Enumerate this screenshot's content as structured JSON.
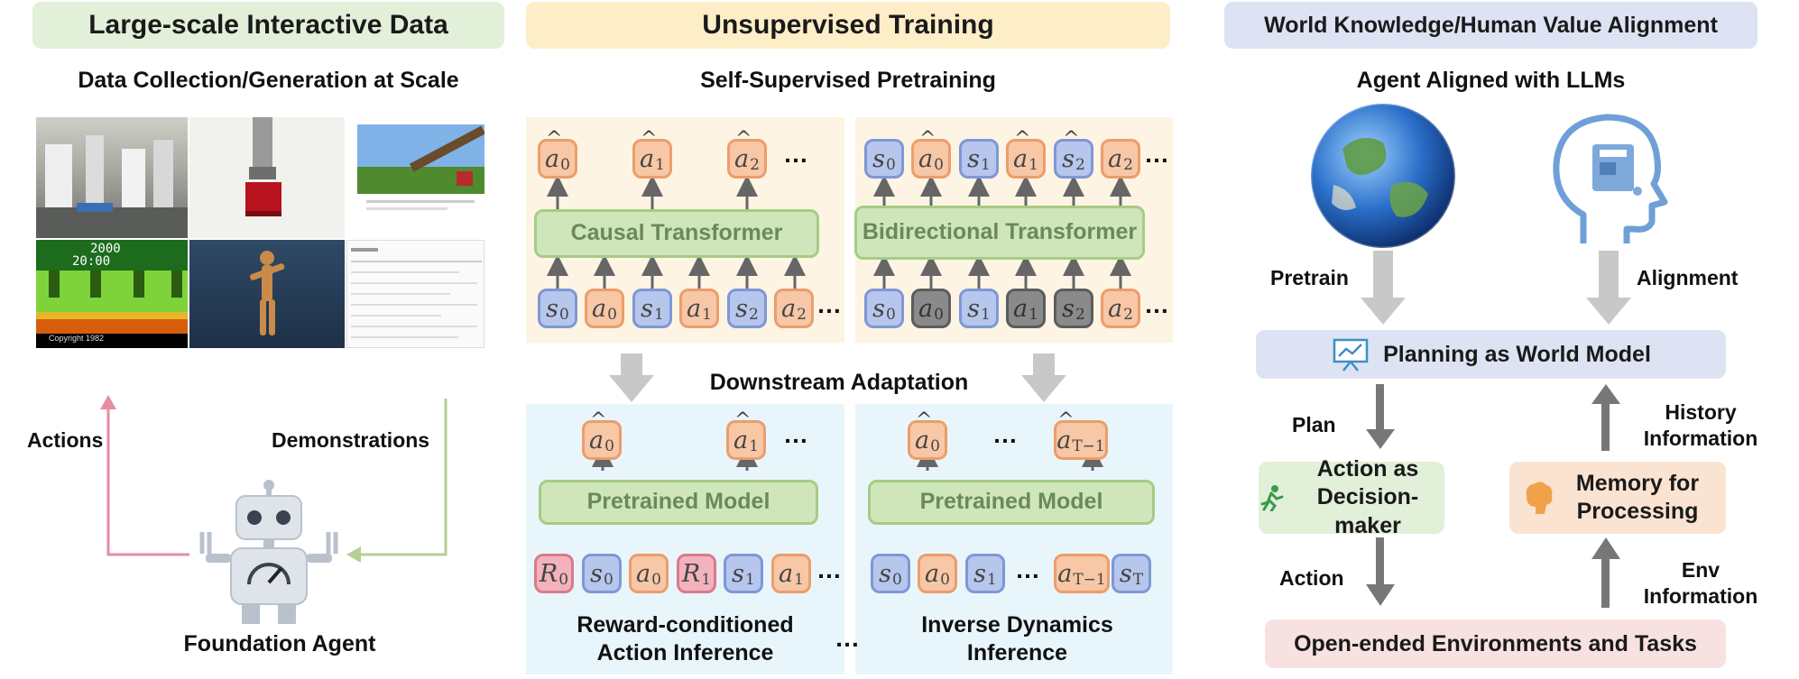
{
  "left": {
    "header": "Large-scale Interactive Data",
    "subtitle": "Data Collection/Generation at Scale",
    "actions": "Actions",
    "demonstrations": "Demonstrations",
    "agent": "Foundation Agent",
    "game_score": "2000",
    "game_time": "20:00",
    "game_copyright": "Copyright 1982"
  },
  "middle": {
    "header": "Unsupervised Training",
    "subtitle": "Self-Supervised Pretraining",
    "causal": "Causal Transformer",
    "bidir": "Bidirectional Transformer",
    "downstream": "Downstream Adaptation",
    "pretrained1": "Pretrained Model",
    "pretrained2": "Pretrained Model",
    "reward_caption": "Reward-conditioned Action Inference",
    "inverse_caption": "Inverse Dynamics Inference",
    "ellipsis": "…",
    "tokens": {
      "a": "a",
      "s": "s",
      "R": "R",
      "i0": "0",
      "i1": "1",
      "i2": "2",
      "iT1": "T−1",
      "iT": "T"
    }
  },
  "right": {
    "header": "World Knowledge/Human Value Alignment",
    "subtitle": "Agent Aligned with LLMs",
    "pretrain": "Pretrain",
    "alignment": "Alignment",
    "planning": "Planning as World Model",
    "plan": "Plan",
    "history": "History Information",
    "action_box": "Action as Decision-maker",
    "memory_box": "Memory for Processing",
    "action": "Action",
    "env": "Env Information",
    "open": "Open-ended Environments and Tasks"
  },
  "colors": {
    "green_header": "#e2efd9",
    "yellow_header": "#fdeec8",
    "blue_header": "#dde3f3",
    "action_token": "#f7c7a6",
    "state_token": "#b6c6ec",
    "reward_token": "#f2b3bd",
    "arrow_gray": "#c8c8c8"
  }
}
